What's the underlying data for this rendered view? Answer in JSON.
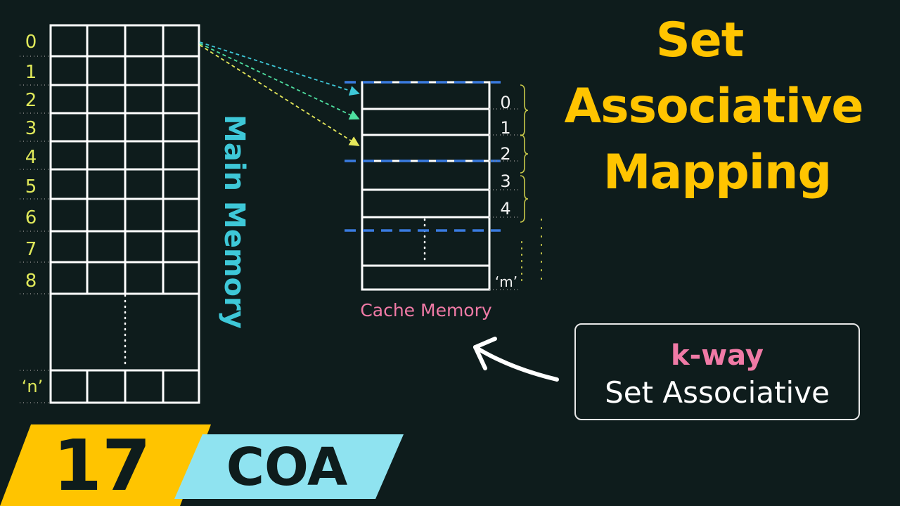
{
  "title": {
    "line1": "Set",
    "line2": "Associative",
    "line3": "Mapping"
  },
  "main_memory": {
    "label": "Main Memory",
    "block_indices": [
      "0",
      "1",
      "2",
      "3",
      "4",
      "5",
      "6",
      "7",
      "8"
    ],
    "last_block_label": "‘n’"
  },
  "cache_memory": {
    "label": "Cache Memory",
    "line_indices": [
      "0",
      "1",
      "2",
      "3",
      "4"
    ],
    "last_line_label": "‘m’"
  },
  "callout": {
    "label": "k-way",
    "sublabel": "Set Associative"
  },
  "badge": {
    "episode": "17",
    "course": "COA"
  },
  "colors": {
    "background": "#0e1c1c",
    "title": "#ffc400",
    "index_labels": "#dfe85a",
    "main_memory_label": "#3ec8d8",
    "cache_label": "#f07aa6",
    "set_separator": "#3a7be0",
    "arrow_cyan": "#3ec8d8",
    "arrow_green": "#4ee0a0",
    "arrow_yellow": "#e6e85a",
    "course_badge": "#8fe3f0",
    "episode_badge": "#ffc400"
  }
}
